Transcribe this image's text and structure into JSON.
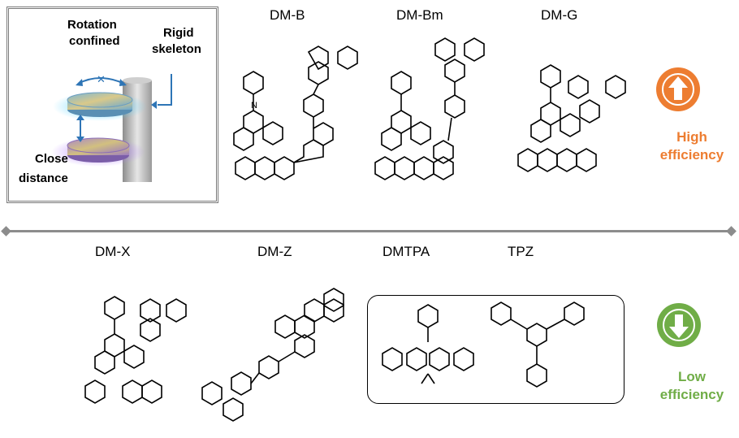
{
  "inset": {
    "rotation_label_1": "Rotation",
    "rotation_label_2": "confined",
    "rigid_label_1": "Rigid",
    "rigid_label_2": "skeleton",
    "close_label_1": "Close",
    "close_label_2": "distance"
  },
  "top_row": {
    "molecules": [
      {
        "name": "DM-B"
      },
      {
        "name": "DM-Bm"
      },
      {
        "name": "DM-G"
      }
    ],
    "efficiency_line_1": "High",
    "efficiency_line_2": "efficiency",
    "efficiency_color": "#ED7D31",
    "efficiency_icon": "arrow-up-circle-icon"
  },
  "bottom_row": {
    "molecules": [
      {
        "name": "DM-X"
      },
      {
        "name": "DM-Z"
      },
      {
        "name": "DMTPA"
      },
      {
        "name": "TPZ"
      }
    ],
    "efficiency_line_1": "Low",
    "efficiency_line_2": "efficiency",
    "efficiency_color": "#70AD47",
    "efficiency_icon": "arrow-down-circle-icon"
  },
  "atom_labels": {
    "nitrogen": "N"
  }
}
